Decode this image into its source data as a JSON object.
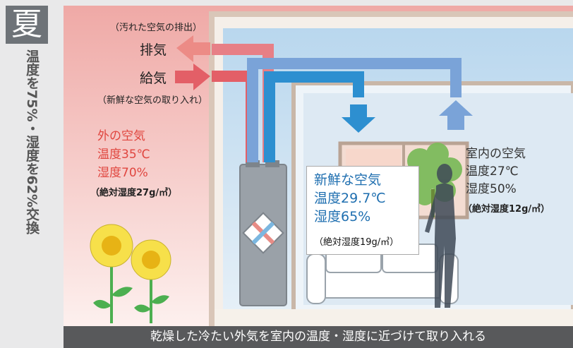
{
  "season": {
    "label": "夏"
  },
  "side_caption": "温度を75%・湿度を62%交換",
  "exhaust": {
    "note": "（汚れた空気の排出）",
    "label": "排気"
  },
  "supply": {
    "label": "給気",
    "note": "（新鮮な空気の取り入れ）"
  },
  "outside": {
    "title": "外の空気",
    "temp": "温度35℃",
    "humidity": "湿度70%",
    "absolute": "（絶対湿度27g/㎥）"
  },
  "indoor": {
    "title": "室内の空気",
    "temp": "温度27℃",
    "humidity": "湿度50%",
    "absolute": "（絶対湿度12g/㎥）"
  },
  "fresh": {
    "title": "新鮮な空気",
    "temp": "温度29.7℃",
    "humidity": "湿度65%",
    "absolute": "（絶対湿度19g/㎥）"
  },
  "footer": "乾燥した冷たい外気を室内の温度・湿度に近づけて取り入れる",
  "colors": {
    "outside_bg": "#f2b8b4",
    "room_bg": "#cfe3f0",
    "exhaust_red": "#e86a6f",
    "supply_blue": "#4a8fd0",
    "footer": "#58595b"
  }
}
